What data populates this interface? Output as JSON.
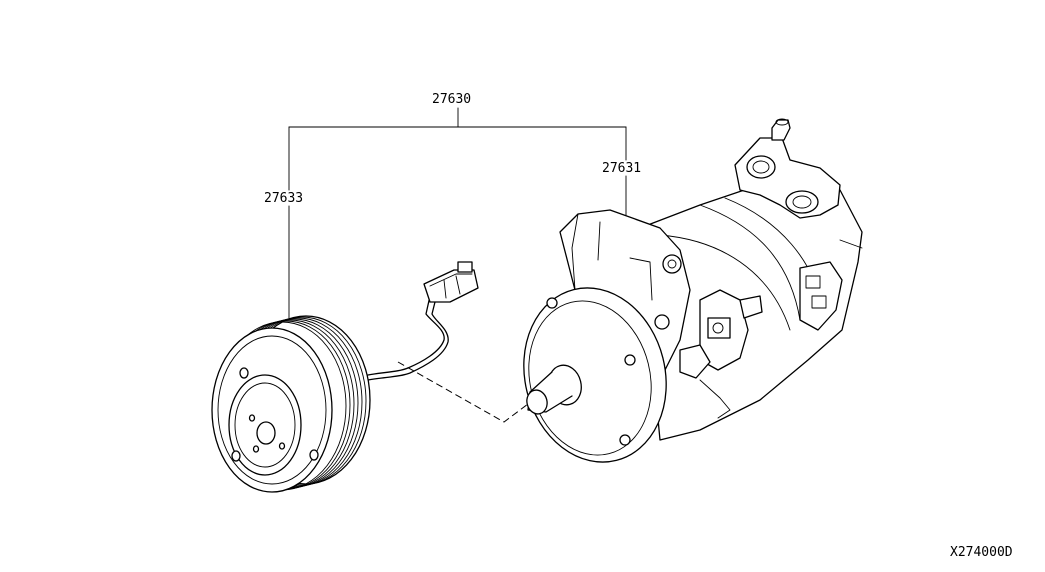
{
  "labels": {
    "assembly": "27630",
    "compressor": "27631",
    "clutch": "27633"
  },
  "figure_code": "X274000D"
}
